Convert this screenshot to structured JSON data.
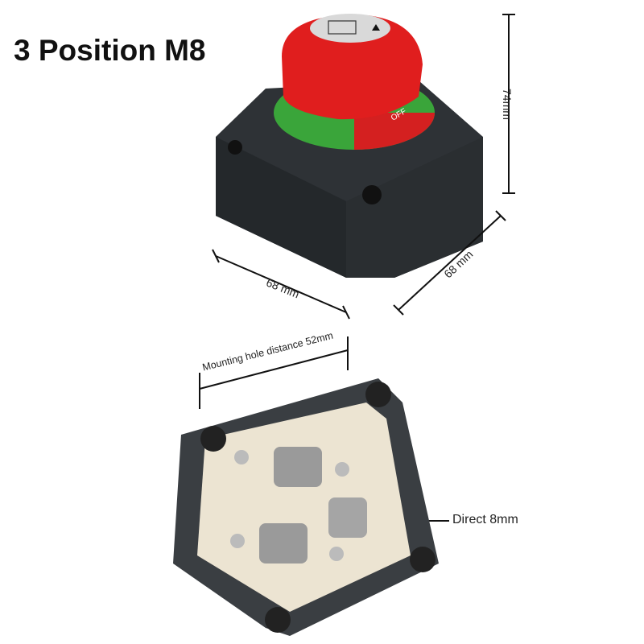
{
  "title": "3 Position M8",
  "dimensions": {
    "height": "74mm",
    "width_left": "68 mm",
    "width_right": "68 mm",
    "mounting_hole": "Mounting hole distance 52mm",
    "stud": "Direct 8mm"
  },
  "knob": {
    "off_label": "OFF"
  },
  "colors": {
    "knob": "#e01e1e",
    "green_ring": "#3aa53a",
    "red_ring": "#d42020",
    "housing": "#2e3236",
    "base": "#ece4d2"
  }
}
